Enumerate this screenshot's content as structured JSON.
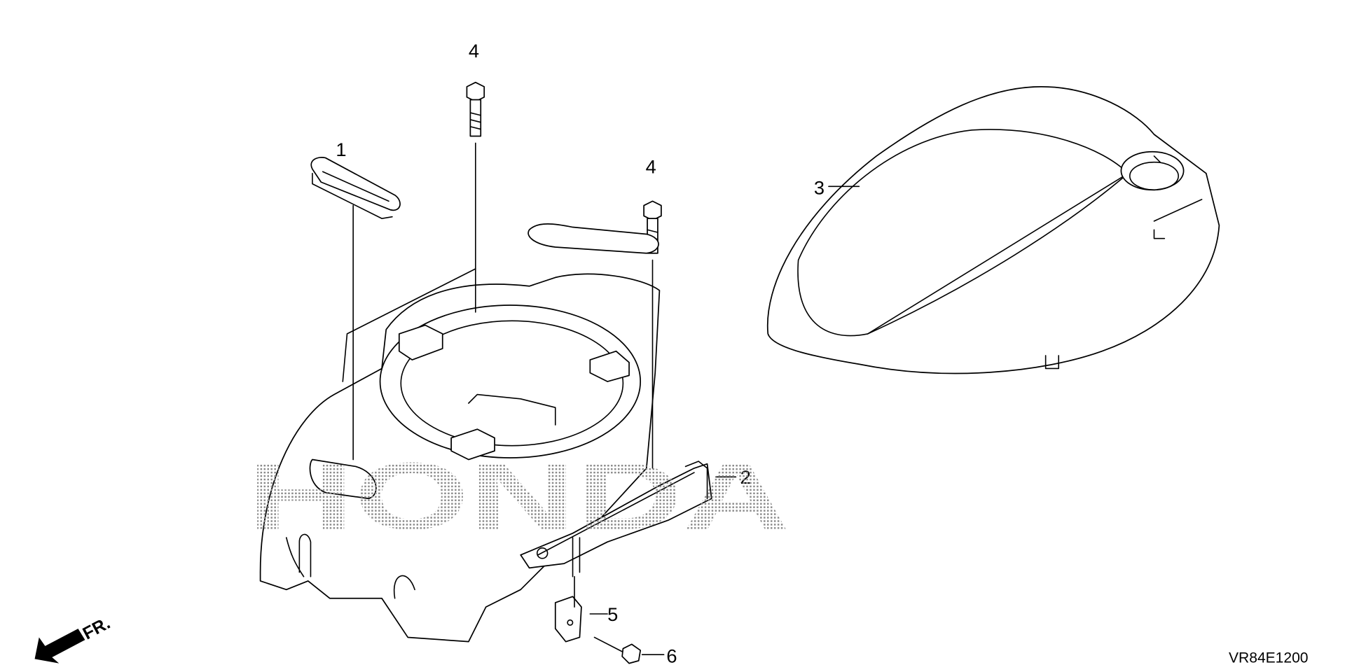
{
  "diagram": {
    "callouts": [
      {
        "number": "1",
        "part": "grommet"
      },
      {
        "number": "2",
        "part": "shroud-bracket"
      },
      {
        "number": "3",
        "part": "fan-cover"
      },
      {
        "number": "4",
        "part": "bolt"
      },
      {
        "number": "4",
        "part": "bolt"
      },
      {
        "number": "5",
        "part": "clip-nut"
      },
      {
        "number": "6",
        "part": "screw"
      }
    ],
    "direction_label": "FR.",
    "diagram_code": "VR84E1200",
    "watermark_text": "HONDA"
  }
}
